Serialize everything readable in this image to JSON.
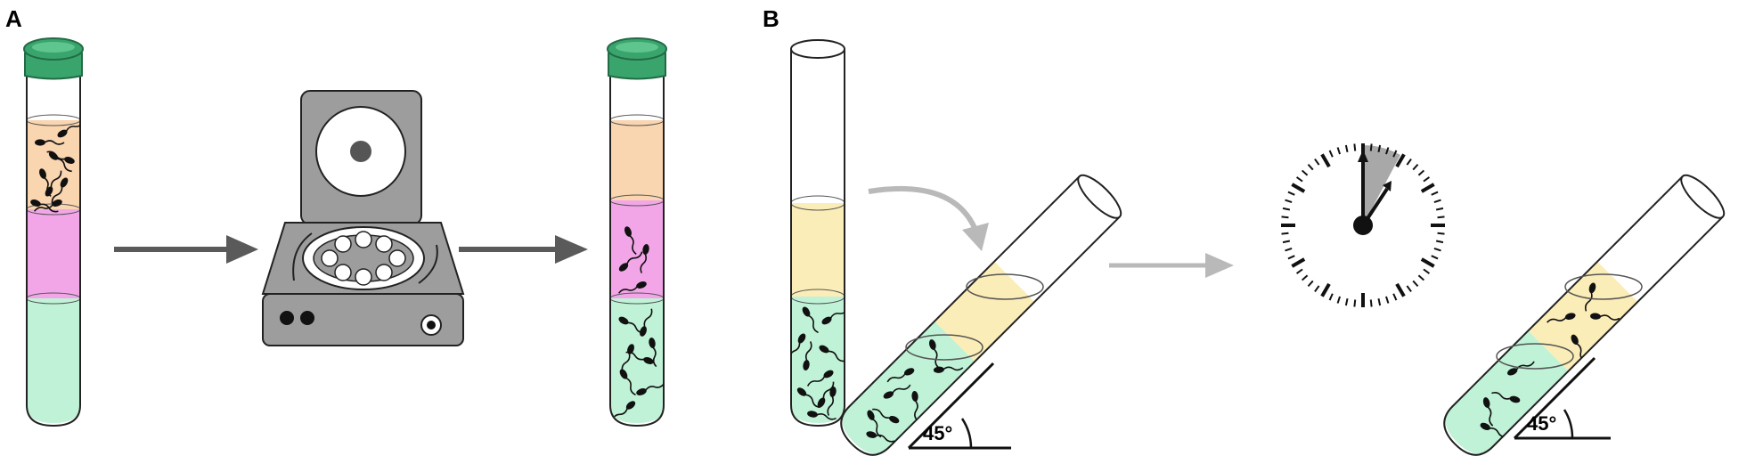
{
  "panel_labels": {
    "a": "A",
    "b": "B"
  },
  "angle_labels": {
    "first": "45°",
    "second": "45°"
  },
  "colors": {
    "cap": "#3aa46d",
    "cap_dark": "#226b46",
    "layer_top": "#f9d5b0",
    "layer_middle": "#f2a6e8",
    "layer_bottom": "#bff2d6",
    "layer_yellow": "#fbedb7",
    "arrow_dark": "#5a5a5a",
    "arrow_light": "#b9b9b9",
    "centrifuge": "#9d9d9d",
    "clock_wedge": "#a8a8a8"
  },
  "icons": [
    "centrifuge-icon",
    "clock-icon",
    "sperm-cells-icon",
    "arrow-icon"
  ]
}
